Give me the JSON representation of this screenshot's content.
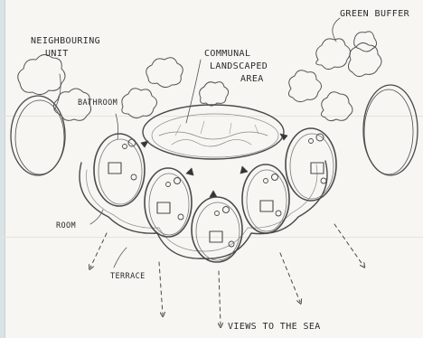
{
  "labels": {
    "green_buffer": "GREEN BUFFER",
    "neighbouring_line1": "NEIGHBOURING",
    "neighbouring_line2": "UNIT",
    "communal_line1": "COMMUNAL",
    "communal_line2": "LANDSCAPED",
    "communal_line3": "AREA",
    "bathroom": "BATHROOM",
    "room": "ROOM",
    "terrace": "TERRACE",
    "views": "VIEWS TO THE SEA"
  },
  "colors": {
    "paper": "#f7f6f2",
    "ink": "#2a2a2a",
    "pencil": "#4a4a4a",
    "light_pencil": "#9a9a9a"
  }
}
